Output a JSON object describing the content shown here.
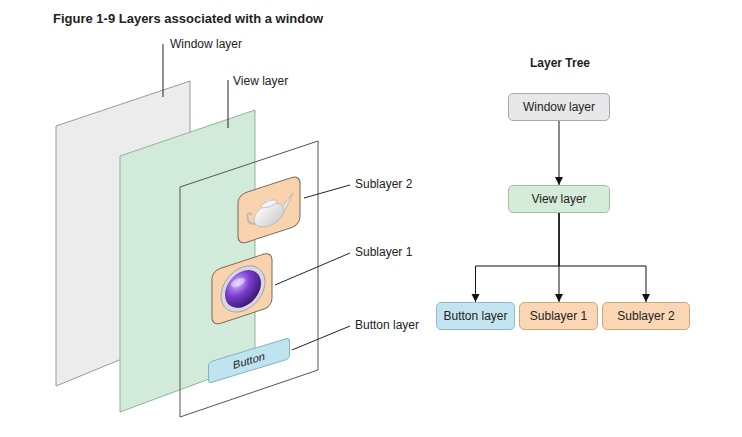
{
  "diagram": {
    "title": "Figure 1-9 Layers associated with a window",
    "nodes": [
      {
        "text": [
          "Window layer"
        ]
      },
      {
        "text": [
          "View layer"
        ]
      },
      {
        "text": [
          "Button layer"
        ]
      },
      {
        "text": [
          "Sublayer 1"
        ]
      },
      {
        "text": [
          "Sublayer 2"
        ]
      },
      {
        "text": [
          "Button"
        ]
      }
    ],
    "edges": [
      {
        "from": 0,
        "to": 1,
        "arrow": "to"
      },
      {
        "from": 1,
        "to": 2,
        "arrow": "to"
      },
      {
        "from": 1,
        "to": 3,
        "arrow": "to"
      },
      {
        "from": 1,
        "to": 4,
        "arrow": "to"
      }
    ],
    "labels": [
      "Window layer",
      "View layer",
      "Sublayer 2",
      "Sublayer 1",
      "Button layer",
      "Layer Tree"
    ]
  }
}
